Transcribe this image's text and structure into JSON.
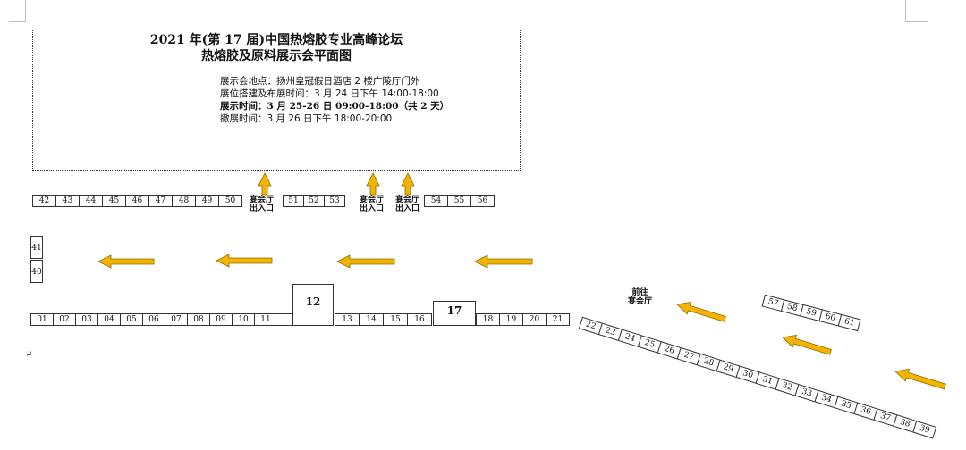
{
  "title": {
    "line1": "2021 年(第 17 届)中国热熔胶专业高峰论坛",
    "line2": "热熔胶及原料展示会平面图"
  },
  "info": {
    "venue": "展示会地点：扬州皇冠假日酒店 2 楼广陵厅门外",
    "setup": "展位搭建及布展时间：3 月 24 日下午 14:00-18:00",
    "exhibit": "展示时间：3 月 25-26 日 09:00-18:00（共 2 天）",
    "teardown": "撤展时间：3 月 26 日下午 18:00-20:00"
  },
  "exit_label": "宴会厅\n出入口",
  "toward_label": "前往\n宴会厅",
  "booths": {
    "top_left": [
      "42",
      "43",
      "44",
      "45",
      "46",
      "47",
      "48",
      "49",
      "50"
    ],
    "top_mid": [
      "51",
      "52",
      "53"
    ],
    "top_right": [
      "54",
      "55",
      "56"
    ],
    "left_column": [
      "41",
      "40"
    ],
    "bottom_a": [
      "01",
      "02",
      "03",
      "04",
      "05",
      "06",
      "07",
      "08",
      "09",
      "10",
      "11"
    ],
    "big_a": "12",
    "bottom_b": [
      "13",
      "14",
      "15",
      "16"
    ],
    "big_b": "17",
    "bottom_c": [
      "18",
      "19",
      "20",
      "21"
    ],
    "diagonal_long": [
      "22",
      "23",
      "24",
      "25",
      "26",
      "27",
      "28",
      "29",
      "30",
      "31",
      "32",
      "33",
      "34",
      "35",
      "36",
      "37",
      "38",
      "39"
    ],
    "diagonal_short": [
      "57",
      "58",
      "59",
      "60",
      "61"
    ]
  },
  "colors": {
    "arrow_fill": "#f5b301",
    "arrow_stroke": "#8a6d00",
    "line": "#333333"
  },
  "icons": {
    "arrow": "arrow-icon",
    "paragraph": "paragraph-mark-icon"
  },
  "paragraph_mark": "↵"
}
